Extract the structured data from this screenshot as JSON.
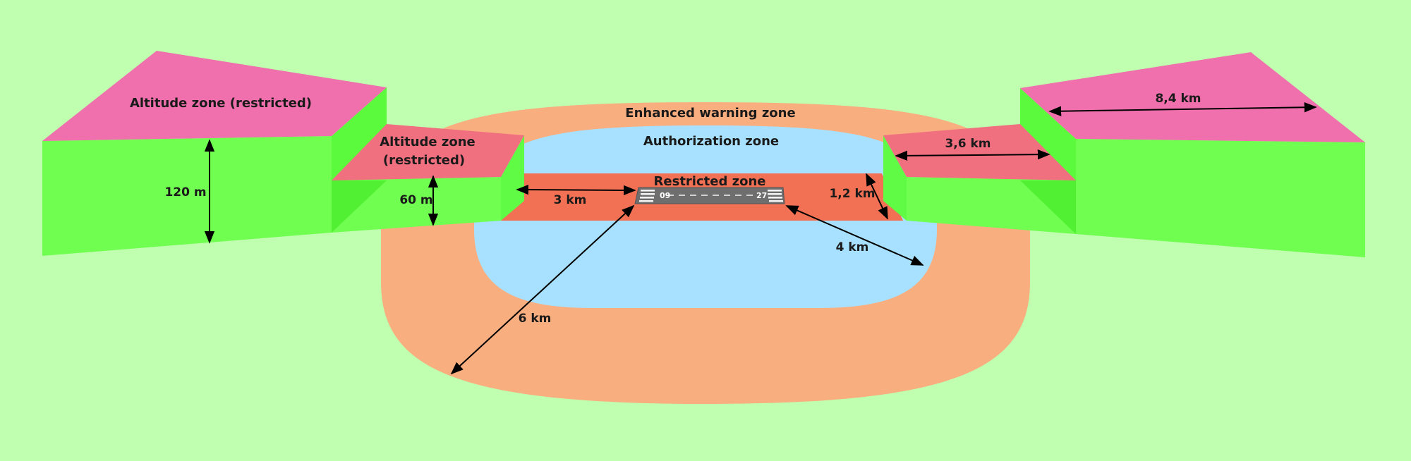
{
  "zones": {
    "enhanced_warning": "Enhanced warning zone",
    "authorization": "Authorization zone",
    "restricted": "Restricted zone",
    "altitude_left_outer": "Altitude zone (restricted)",
    "altitude_left_inner_line1": "Altitude zone",
    "altitude_left_inner_line2": "(restricted)"
  },
  "dimensions": {
    "height_outer": "120 m",
    "height_inner": "60 m",
    "restricted_length": "3 km",
    "restricted_width": "1,2 km",
    "authorization_radius": "4 km",
    "warning_radius": "6 km",
    "inner_ramp_length": "3,6 km",
    "outer_ramp_length": "8,4 km"
  },
  "runway": {
    "left_number": "09",
    "right_number": "27"
  },
  "colors": {
    "background": "#bfffaf",
    "warning_zone": "#f9ae80",
    "authorization_zone": "#a8e1ff",
    "restricted_zone": "#f27154",
    "altitude_top_outer": "#ef70ac",
    "altitude_top_inner": "#f07080",
    "wall_green": "#70ff50"
  }
}
